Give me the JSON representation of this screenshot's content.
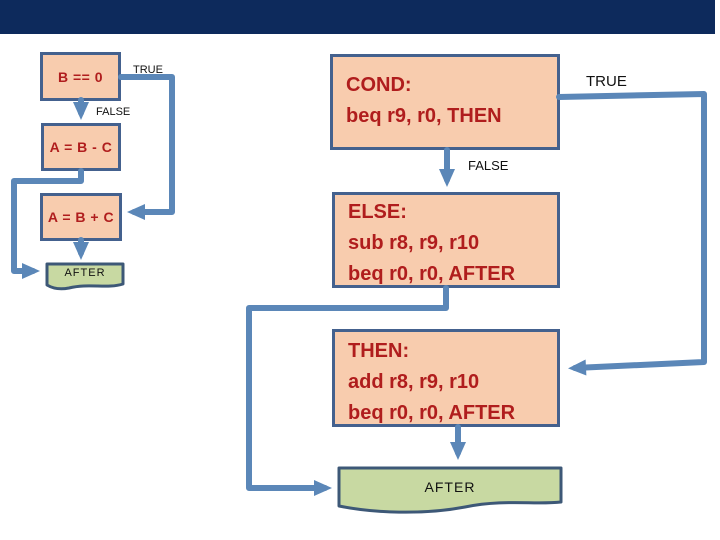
{
  "colors": {
    "navy": "#0d2a5c",
    "box_fill": "#f8ccae",
    "box_border": "#44618e",
    "arrow": "#5b87b8",
    "red": "#b01d1d",
    "green_fill": "#c8d9a2",
    "green_border": "#3d5877",
    "ink": "#111111"
  },
  "left_flow": {
    "cond_label": "B == 0",
    "true_label": "TRUE",
    "false_label": "FALSE",
    "sub_label": "A = B - C",
    "add_label": "A = B + C",
    "after_label": "AFTER"
  },
  "right_flow": {
    "cond_title": "COND:",
    "cond_line2": "beq r9, r0, THEN",
    "true_label": "TRUE",
    "false_label": "FALSE",
    "else_title": "ELSE:",
    "else_line2": "sub r8, r9, r10",
    "else_line3": "beq r0, r0, AFTER",
    "then_title": "THEN:",
    "then_line2": "add r8, r9, r10",
    "then_line3": "beq r0, r0, AFTER",
    "after_label": "AFTER"
  }
}
